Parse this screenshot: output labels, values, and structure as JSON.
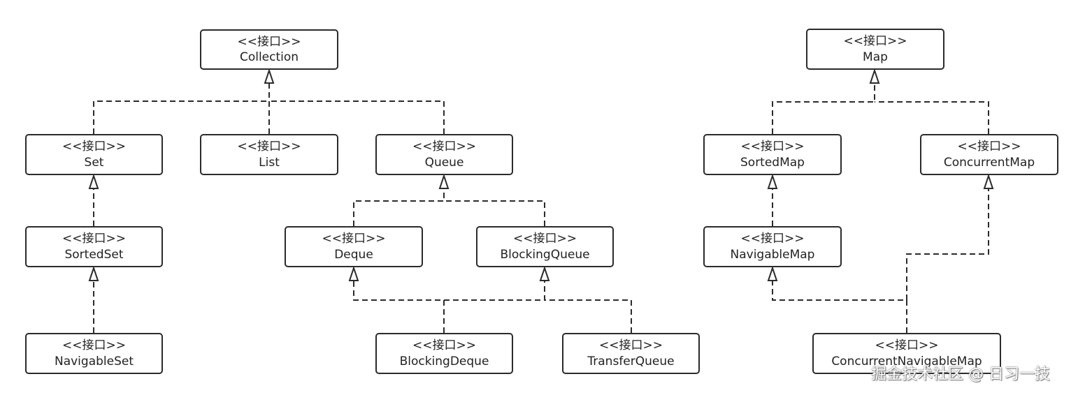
{
  "stereotype": "<<接口>>",
  "nodes": {
    "collection": "Collection",
    "set": "Set",
    "list": "List",
    "queue": "Queue",
    "sortedset": "SortedSet",
    "navigableset": "NavigableSet",
    "deque": "Deque",
    "blockingqueue": "BlockingQueue",
    "blockingdeque": "BlockingDeque",
    "transferqueue": "TransferQueue",
    "map": "Map",
    "sortedmap": "SortedMap",
    "concurrentmap": "ConcurrentMap",
    "navigablemap": "NavigableMap",
    "concurrentnavigablemap": "ConcurrentNavigableMap"
  },
  "edges": [
    {
      "from": "set",
      "to": "collection"
    },
    {
      "from": "list",
      "to": "collection"
    },
    {
      "from": "queue",
      "to": "collection"
    },
    {
      "from": "sortedset",
      "to": "set"
    },
    {
      "from": "navigableset",
      "to": "sortedset"
    },
    {
      "from": "deque",
      "to": "queue"
    },
    {
      "from": "blockingqueue",
      "to": "queue"
    },
    {
      "from": "blockingdeque",
      "to": "deque"
    },
    {
      "from": "blockingdeque",
      "to": "blockingqueue"
    },
    {
      "from": "transferqueue",
      "to": "blockingqueue"
    },
    {
      "from": "sortedmap",
      "to": "map"
    },
    {
      "from": "concurrentmap",
      "to": "map"
    },
    {
      "from": "navigablemap",
      "to": "sortedmap"
    },
    {
      "from": "concurrentnavigablemap",
      "to": "navigablemap"
    },
    {
      "from": "concurrentnavigablemap",
      "to": "concurrentmap"
    }
  ],
  "watermark": "掘金技术社区 @ 日习一技"
}
